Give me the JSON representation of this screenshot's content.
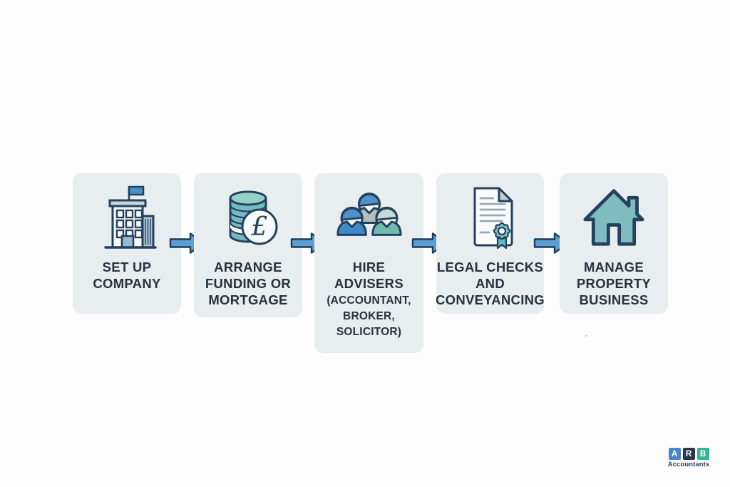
{
  "diagram": {
    "type": "process-flow",
    "steps": [
      {
        "icon": "building-icon",
        "label": "SET UP\nCOMPANY"
      },
      {
        "icon": "coins-pound-icon",
        "label": "ARRANGE\nFUNDING OR\nMORTGAGE"
      },
      {
        "icon": "advisers-people-icon",
        "label": "HIRE\nADVISERS",
        "sublabel": "(ACCOUNTANT,\nBROKER,\nSOLICITOR)"
      },
      {
        "icon": "certificate-document-icon",
        "label": "LEGAL CHECKS\nAND\nCONVEYANCING"
      },
      {
        "icon": "house-icon",
        "label": "MANAGE\nPROPERTY\nBUSINESS"
      }
    ],
    "connector_icon": "arrow-right-icon",
    "colors": {
      "page_background": "#fdfdfd",
      "card_background": "#e8edef",
      "text": "#263241",
      "outline_navy": "#24415e",
      "arrow_fill": "#5b9fd4",
      "arrow_stroke": "#1e3c5c",
      "teal": "#7fbcc0",
      "teal_light": "#94d2c8",
      "blue": "#3e8ac6"
    }
  },
  "logo": {
    "letters": [
      "A",
      "R",
      "B"
    ],
    "tile_colors": [
      "#4a87c9",
      "#27384f",
      "#38b694"
    ],
    "subtitle": "Accountants"
  }
}
